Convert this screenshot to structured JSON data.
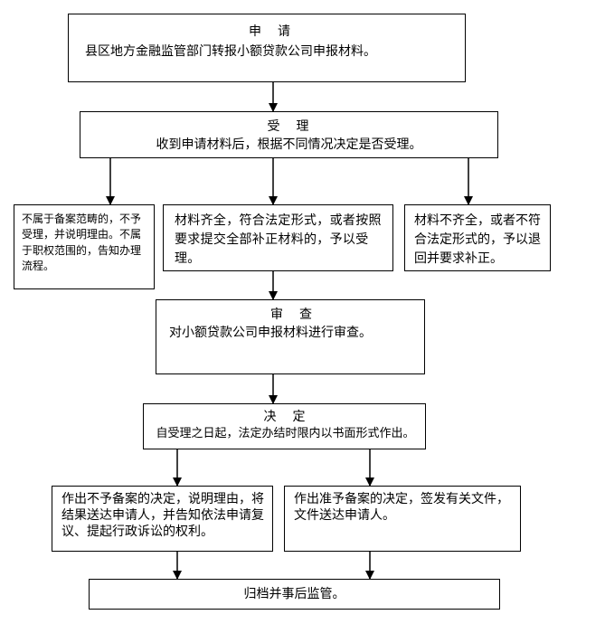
{
  "apply": {
    "title": "申　请",
    "text": "县区地方金融监管部门转报小额贷款公司申报材料。"
  },
  "accept": {
    "title": "受　理",
    "text": "收到申请材料后，根据不同情况决定是否受理。"
  },
  "branch_left": {
    "text": "不属于备案范畴的，不予受理，并说明理由。不属于职权范围的，告知办理流程。"
  },
  "branch_middle": {
    "text": "材料齐全，符合法定形式，或者按照要求提交全部补正材料的，予以受理。"
  },
  "branch_right": {
    "text": "材料不齐全，或者不符合法定形式的，予以退回并要求补正。"
  },
  "review": {
    "title": "审　查",
    "text": "对小额贷款公司申报材料进行审查。"
  },
  "decide": {
    "title": "决　定",
    "text": "自受理之日起，法定办结时限内以书面形式作出。"
  },
  "result_reject": {
    "text": "作出不予备案的决定，说明理由，将结果送达申请人，并告知依法申请复议、提起行政诉讼的权利。"
  },
  "result_approve": {
    "text": "作出准予备案的决定，签发有关文件，文件送达申请人。"
  },
  "archive": {
    "text": "归档并事后监管。"
  }
}
